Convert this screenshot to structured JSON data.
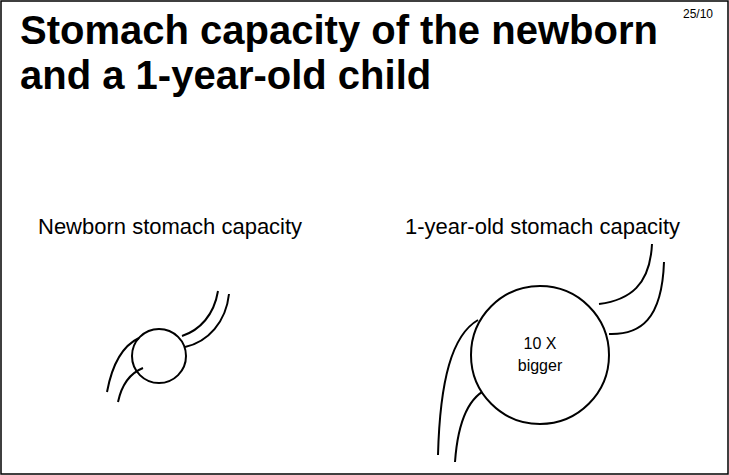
{
  "diagram": {
    "title": "Stomach capacity of the newborn and a 1-year-old child",
    "nodes": [
      {
        "text": [
          "10 X bigger"
        ]
      }
    ],
    "labels": [
      "25/10",
      "Newborn stomach capacity",
      "1-year-old stomach capacity"
    ]
  }
}
